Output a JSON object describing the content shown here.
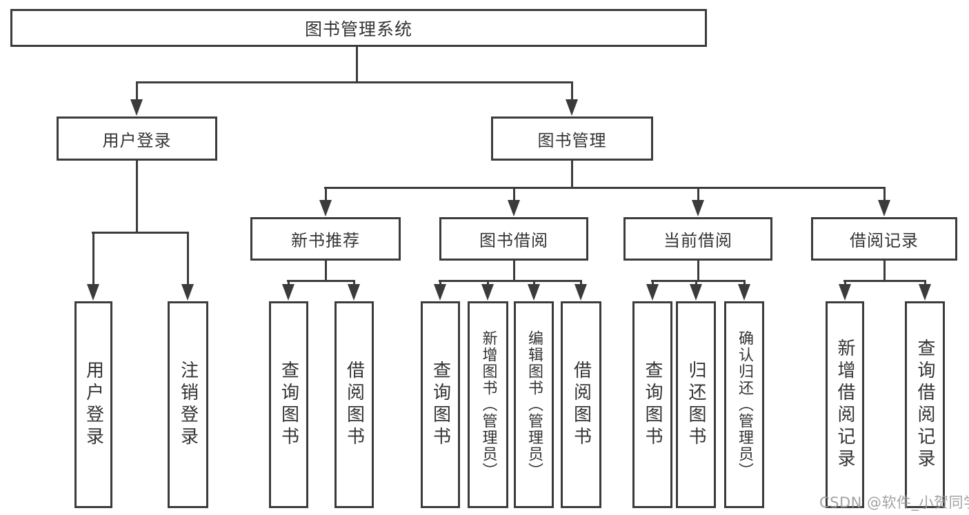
{
  "diagram": {
    "title": "图书管理系统",
    "tree": {
      "root": {
        "label": "图书管理系统"
      },
      "branches": [
        {
          "label": "用户登录",
          "children": [
            {
              "label": "用户登录"
            },
            {
              "label": "注销登录"
            }
          ]
        },
        {
          "label": "图书管理",
          "children": [
            {
              "label": "新书推荐",
              "children": [
                {
                  "label": "查询图书"
                },
                {
                  "label": "借阅图书"
                }
              ]
            },
            {
              "label": "图书借阅",
              "children": [
                {
                  "label": "查询图书"
                },
                {
                  "label": "新增图书（管理员）"
                },
                {
                  "label": "编辑图书（管理员）"
                },
                {
                  "label": "借阅图书"
                }
              ]
            },
            {
              "label": "当前借阅",
              "children": [
                {
                  "label": "查询图书"
                },
                {
                  "label": "归还图书"
                },
                {
                  "label": "确认归还（管理员）"
                }
              ]
            },
            {
              "label": "借阅记录",
              "children": [
                {
                  "label": "新增借阅记录"
                },
                {
                  "label": "查询借阅记录"
                }
              ]
            }
          ]
        }
      ]
    },
    "colors": {
      "line": "#3b3b3b",
      "text": "#333333",
      "background": "#ffffff",
      "watermark": "#9b9ba0"
    }
  },
  "watermark": {
    "text": "CSDN @软件_小贺同学"
  }
}
